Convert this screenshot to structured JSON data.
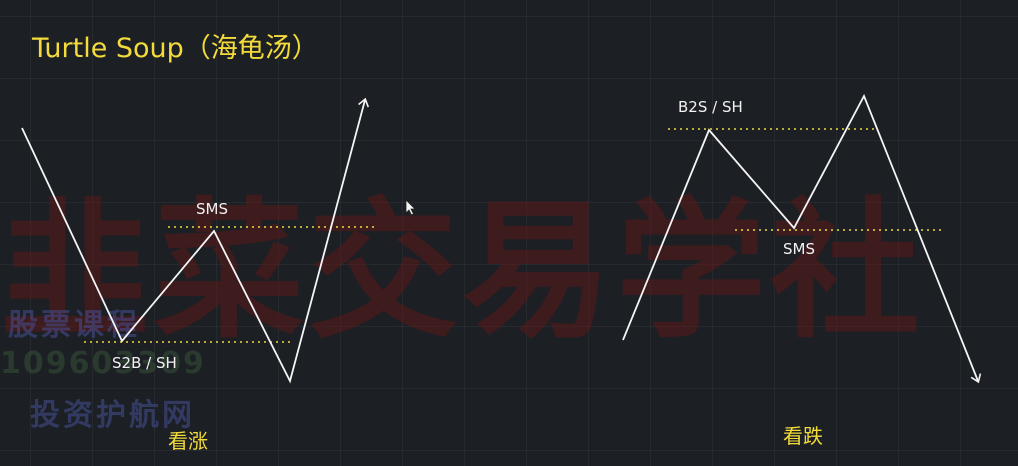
{
  "title": "Turtle Soup（海龟汤）",
  "watermark": {
    "big": "韭菜交易学社",
    "line1": "股票课程",
    "line2": "109603309",
    "line3": "投资护航网"
  },
  "bullish": {
    "level_low_label": "S2B / SH",
    "level_high_label": "SMS",
    "caption": "看涨"
  },
  "bearish": {
    "level_high_label": "B2S / SH",
    "level_low_label": "SMS",
    "caption": "看跌"
  },
  "colors": {
    "title": "#f2db3a",
    "dotted_line": "#f2db3a",
    "price_line": "#f5f5f5",
    "label": "#f2f2f2"
  }
}
